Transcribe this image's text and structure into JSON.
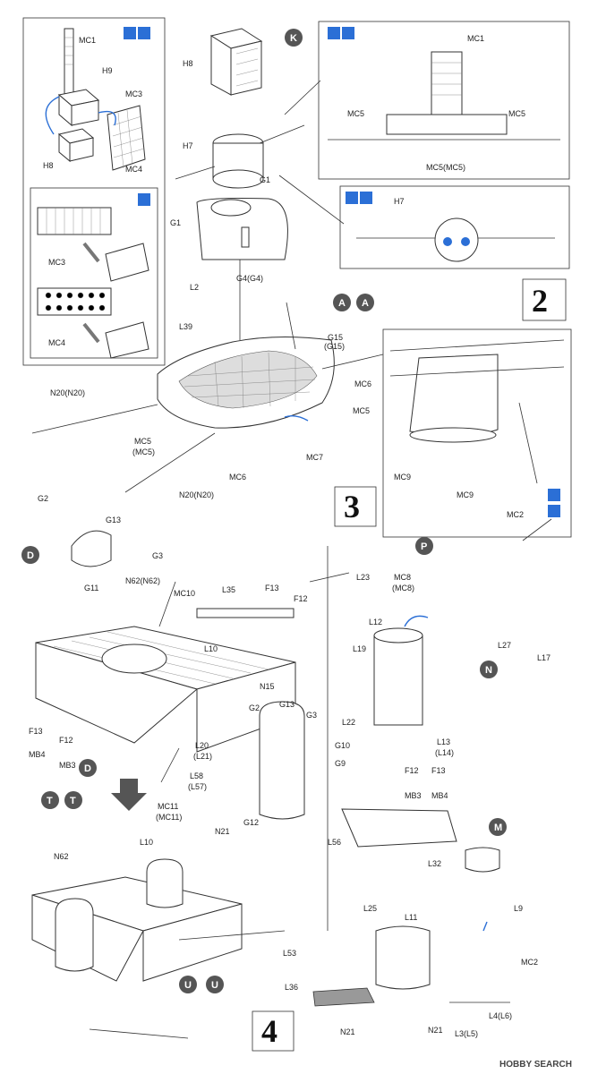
{
  "step_numbers": {
    "s2": "2",
    "s3": "3",
    "s4": "4"
  },
  "circle_letters": {
    "k": "K",
    "a1": "A",
    "a2": "A",
    "d1": "D",
    "d2": "D",
    "p": "P",
    "n": "N",
    "m": "M",
    "t1": "T",
    "t2": "T",
    "u1": "U",
    "u2": "U"
  },
  "inset_topleft": {
    "mc1": "MC1",
    "h9": "H9",
    "mc3": "MC3",
    "h8": "H8",
    "mc4": "MC4",
    "mc3b": "MC3",
    "mc4b": "MC4"
  },
  "inset_topright": {
    "mc1": "MC1",
    "mc5a": "MC5",
    "mc5b": "MC5",
    "mc5c": "MC5(MC5)"
  },
  "inset_h7": {
    "h7": "H7"
  },
  "step2": {
    "h8": "H8",
    "h7": "H7",
    "g1a": "G1",
    "g1b": "G1",
    "l2": "L2"
  },
  "step3": {
    "g4": "G4(G4)",
    "l39": "L39",
    "g15": "G15",
    "g15b": "(G15)",
    "mc6a": "MC6",
    "mc5a": "MC5",
    "n20a": "N20(N20)",
    "mc5b": "MC5",
    "mc5c": "(MC5)",
    "mc6b": "MC6",
    "mc7": "MC7",
    "n20b": "N20(N20)"
  },
  "inset_right": {
    "mc9a": "MC9",
    "mc9b": "MC9",
    "mc2": "MC2"
  },
  "step4_left": {
    "g2": "G2",
    "g13": "G13",
    "g3": "G3",
    "g11": "G11",
    "n62": "N62(N62)",
    "mc10": "MC10",
    "l35": "L35",
    "f13": "F13",
    "f12a": "F12",
    "l10": "L10",
    "f13b": "F13",
    "mb4": "MB4",
    "f12b": "F12",
    "mb3": "MB3",
    "n15": "N15",
    "g2b": "G2",
    "g13b": "G13",
    "g3b": "G3",
    "l20": "L20",
    "l21": "(L21)",
    "l58": "L58",
    "l57": "(L57)",
    "mc11": "MC11",
    "mc11b": "(MC11)",
    "n21": "N21",
    "g12": "G12"
  },
  "step4_right": {
    "l23": "L23",
    "mc8": "MC8",
    "mc8b": "(MC8)",
    "l12": "L12",
    "l27": "L27",
    "l19": "L19",
    "l22": "L22",
    "l17": "L17",
    "l13": "L13",
    "l14": "(L14)",
    "g10": "G10",
    "g9": "G9",
    "f12": "F12",
    "mb3": "MB3",
    "f13": "F13",
    "mb4": "MB4",
    "l56": "L56",
    "l32": "L32",
    "l25": "L25",
    "l11": "L11",
    "l9": "L9",
    "l53": "L53",
    "mc2": "MC2",
    "l36": "L36",
    "l4": "L4(L6)",
    "l3": "L3(L5)",
    "n21a": "N21",
    "n21b": "N21"
  },
  "assembled": {
    "n62": "N62",
    "l10": "L10"
  },
  "watermark": "HOBBY SEARCH"
}
